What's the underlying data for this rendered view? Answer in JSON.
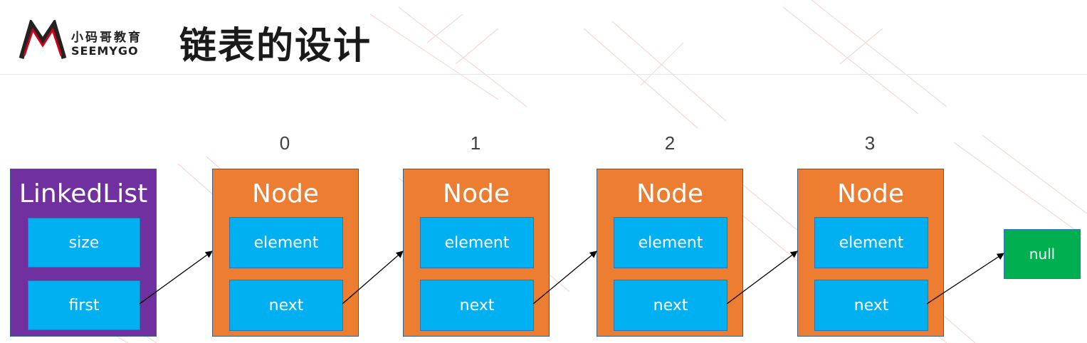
{
  "header": {
    "logo_cn": "小码哥教育",
    "logo_en": "SEEMYGO",
    "title": "链表的设计"
  },
  "linked_list": {
    "title": "LinkedList",
    "fields": [
      "size",
      "first"
    ]
  },
  "nodes": [
    {
      "index": "0",
      "title": "Node",
      "element": "element",
      "next": "next"
    },
    {
      "index": "1",
      "title": "Node",
      "element": "element",
      "next": "next"
    },
    {
      "index": "2",
      "title": "Node",
      "element": "element",
      "next": "next"
    },
    {
      "index": "3",
      "title": "Node",
      "element": "element",
      "next": "next"
    }
  ],
  "null_label": "null",
  "colors": {
    "linked_list": "#7030a0",
    "node": "#ed7d31",
    "field": "#00b0f0",
    "null": "#00b050"
  }
}
